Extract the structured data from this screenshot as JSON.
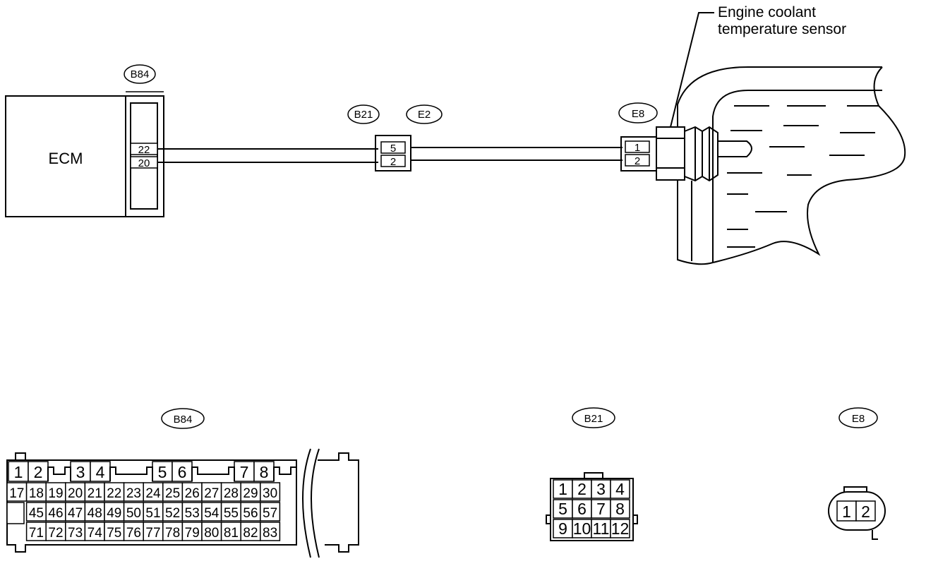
{
  "ecm": {
    "label": "ECM"
  },
  "sensor": {
    "line1": "Engine coolant",
    "line2": "temperature sensor"
  },
  "wiring_connectors": {
    "B84": {
      "label": "B84",
      "pins": [
        "22",
        "20"
      ]
    },
    "B21": {
      "label": "B21",
      "pins": [
        "5",
        "2"
      ]
    },
    "E2": {
      "label": "E2"
    },
    "E8": {
      "label": "E8",
      "pins": [
        "1",
        "2"
      ]
    }
  },
  "connector_views": {
    "B84": {
      "label": "B84",
      "row1": [
        "1",
        "2",
        "3",
        "4",
        "5",
        "6",
        "7",
        "8"
      ],
      "row2": [
        "17",
        "18",
        "19",
        "20",
        "21",
        "22",
        "23",
        "24",
        "25",
        "26",
        "27",
        "28",
        "29",
        "30"
      ],
      "row3": [
        "45",
        "46",
        "47",
        "48",
        "49",
        "50",
        "51",
        "52",
        "53",
        "54",
        "55",
        "56",
        "57"
      ],
      "row4": [
        "71",
        "72",
        "73",
        "74",
        "75",
        "76",
        "77",
        "78",
        "79",
        "80",
        "81",
        "82",
        "83"
      ]
    },
    "B21": {
      "label": "B21",
      "rows": [
        [
          "1",
          "2",
          "3",
          "4"
        ],
        [
          "5",
          "6",
          "7",
          "8"
        ],
        [
          "9",
          "10",
          "11",
          "12"
        ]
      ]
    },
    "E8": {
      "label": "E8",
      "pins": [
        "1",
        "2"
      ]
    }
  }
}
